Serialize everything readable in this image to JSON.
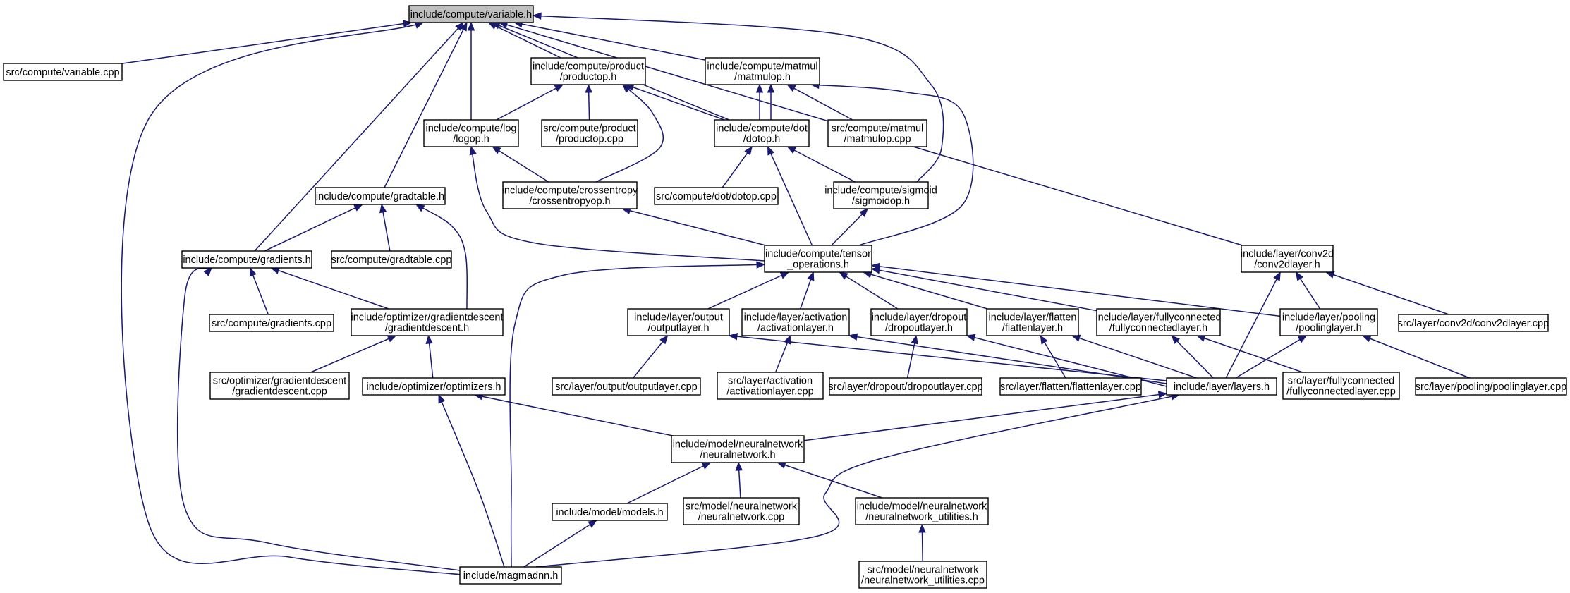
{
  "graph": {
    "nodes": [
      {
        "id": "variable_h",
        "lines": [
          "include/compute/variable.h"
        ],
        "root": true
      },
      {
        "id": "variable_cpp",
        "lines": [
          "src/compute/variable.cpp"
        ]
      },
      {
        "id": "productop_h",
        "lines": [
          "include/compute/product",
          "/productop.h"
        ]
      },
      {
        "id": "matmulop_h",
        "lines": [
          "include/compute/matmul",
          "/matmulop.h"
        ]
      },
      {
        "id": "logop_h",
        "lines": [
          "include/compute/log",
          "/logop.h"
        ]
      },
      {
        "id": "productop_cpp",
        "lines": [
          "src/compute/product",
          "/productop.cpp"
        ]
      },
      {
        "id": "dotop_h",
        "lines": [
          "include/compute/dot",
          "/dotop.h"
        ]
      },
      {
        "id": "matmulop_cpp",
        "lines": [
          "src/compute/matmul",
          "/matmulop.cpp"
        ]
      },
      {
        "id": "gradtable_h",
        "lines": [
          "include/compute/gradtable.h"
        ]
      },
      {
        "id": "crossentropyop_h",
        "lines": [
          "include/compute/crossentropy",
          "/crossentropyop.h"
        ]
      },
      {
        "id": "dotop_cpp",
        "lines": [
          "src/compute/dot/dotop.cpp"
        ]
      },
      {
        "id": "sigmoidop_h",
        "lines": [
          "include/compute/sigmoid",
          "/sigmoidop.h"
        ]
      },
      {
        "id": "gradients_h",
        "lines": [
          "include/compute/gradients.h"
        ]
      },
      {
        "id": "gradtable_cpp",
        "lines": [
          "src/compute/gradtable.cpp"
        ]
      },
      {
        "id": "tensor_operations_h",
        "lines": [
          "include/compute/tensor",
          "_operations.h"
        ]
      },
      {
        "id": "conv2dlayer_h",
        "lines": [
          "include/layer/conv2d",
          "/conv2dlayer.h"
        ]
      },
      {
        "id": "gradients_cpp",
        "lines": [
          "src/compute/gradients.cpp"
        ]
      },
      {
        "id": "gradientdescent_h",
        "lines": [
          "include/optimizer/gradientdescent",
          "/gradientdescent.h"
        ]
      },
      {
        "id": "outputlayer_h",
        "lines": [
          "include/layer/output",
          "/outputlayer.h"
        ]
      },
      {
        "id": "activationlayer_h",
        "lines": [
          "include/layer/activation",
          "/activationlayer.h"
        ]
      },
      {
        "id": "dropoutlayer_h",
        "lines": [
          "include/layer/dropout",
          "/dropoutlayer.h"
        ]
      },
      {
        "id": "flattenlayer_h",
        "lines": [
          "include/layer/flatten",
          "/flattenlayer.h"
        ]
      },
      {
        "id": "fullyconnectedlayer_h",
        "lines": [
          "include/layer/fullyconnected",
          "/fullyconnectedlayer.h"
        ]
      },
      {
        "id": "poolinglayer_h",
        "lines": [
          "include/layer/pooling",
          "/poolinglayer.h"
        ]
      },
      {
        "id": "conv2dlayer_cpp",
        "lines": [
          "src/layer/conv2d/conv2dlayer.cpp"
        ]
      },
      {
        "id": "gradientdescent_cpp",
        "lines": [
          "src/optimizer/gradientdescent",
          "/gradientdescent.cpp"
        ]
      },
      {
        "id": "optimizers_h",
        "lines": [
          "include/optimizer/optimizers.h"
        ]
      },
      {
        "id": "outputlayer_cpp",
        "lines": [
          "src/layer/output/outputlayer.cpp"
        ]
      },
      {
        "id": "activationlayer_cpp",
        "lines": [
          "src/layer/activation",
          "/activationlayer.cpp"
        ]
      },
      {
        "id": "dropoutlayer_cpp",
        "lines": [
          "src/layer/dropout/dropoutlayer.cpp"
        ]
      },
      {
        "id": "flattenlayer_cpp",
        "lines": [
          "src/layer/flatten/flattenlayer.cpp"
        ]
      },
      {
        "id": "layers_h",
        "lines": [
          "include/layer/layers.h"
        ]
      },
      {
        "id": "fullyconnectedlayer_cpp",
        "lines": [
          "src/layer/fullyconnected",
          "/fullyconnectedlayer.cpp"
        ]
      },
      {
        "id": "poolinglayer_cpp",
        "lines": [
          "src/layer/pooling/poolinglayer.cpp"
        ]
      },
      {
        "id": "neuralnetwork_h",
        "lines": [
          "include/model/neuralnetwork",
          "/neuralnetwork.h"
        ]
      },
      {
        "id": "models_h",
        "lines": [
          "include/model/models.h"
        ]
      },
      {
        "id": "neuralnetwork_cpp",
        "lines": [
          "src/model/neuralnetwork",
          "/neuralnetwork.cpp"
        ]
      },
      {
        "id": "neuralnetwork_utilities_h",
        "lines": [
          "include/model/neuralnetwork",
          "/neuralnetwork_utilities.h"
        ]
      },
      {
        "id": "magmadnn_h",
        "lines": [
          "include/magmadnn.h"
        ]
      },
      {
        "id": "neuralnetwork_utilities_cpp",
        "lines": [
          "src/model/neuralnetwork",
          "/neuralnetwork_utilities.cpp"
        ]
      }
    ],
    "edges": [
      [
        "variable_cpp",
        "variable_h"
      ],
      [
        "productop_h",
        "variable_h"
      ],
      [
        "matmulop_h",
        "variable_h"
      ],
      [
        "logop_h",
        "variable_h"
      ],
      [
        "gradtable_h",
        "variable_h"
      ],
      [
        "gradients_h",
        "variable_h"
      ],
      [
        "sigmoidop_h",
        "variable_h"
      ],
      [
        "conv2dlayer_h",
        "variable_h"
      ],
      [
        "magmadnn_h",
        "variable_h"
      ],
      [
        "dotop_h",
        "variable_h"
      ],
      [
        "logop_h",
        "productop_h"
      ],
      [
        "productop_cpp",
        "productop_h"
      ],
      [
        "dotop_h",
        "productop_h"
      ],
      [
        "crossentropyop_h",
        "productop_h"
      ],
      [
        "dotop_h",
        "matmulop_h"
      ],
      [
        "matmulop_cpp",
        "matmulop_h"
      ],
      [
        "tensor_operations_h",
        "matmulop_h"
      ],
      [
        "crossentropyop_h",
        "logop_h"
      ],
      [
        "tensor_operations_h",
        "logop_h"
      ],
      [
        "dotop_cpp",
        "dotop_h"
      ],
      [
        "sigmoidop_h",
        "dotop_h"
      ],
      [
        "tensor_operations_h",
        "dotop_h"
      ],
      [
        "tensor_operations_h",
        "crossentropyop_h"
      ],
      [
        "tensor_operations_h",
        "sigmoidop_h"
      ],
      [
        "gradients_h",
        "gradtable_h"
      ],
      [
        "gradtable_cpp",
        "gradtable_h"
      ],
      [
        "gradientdescent_h",
        "gradtable_h"
      ],
      [
        "gradients_cpp",
        "gradients_h"
      ],
      [
        "gradientdescent_h",
        "gradients_h"
      ],
      [
        "magmadnn_h",
        "gradients_h"
      ],
      [
        "outputlayer_h",
        "tensor_operations_h"
      ],
      [
        "activationlayer_h",
        "tensor_operations_h"
      ],
      [
        "dropoutlayer_h",
        "tensor_operations_h"
      ],
      [
        "flattenlayer_h",
        "tensor_operations_h"
      ],
      [
        "fullyconnectedlayer_h",
        "tensor_operations_h"
      ],
      [
        "poolinglayer_h",
        "tensor_operations_h"
      ],
      [
        "magmadnn_h",
        "tensor_operations_h"
      ],
      [
        "poolinglayer_h",
        "conv2dlayer_h"
      ],
      [
        "conv2dlayer_cpp",
        "conv2dlayer_h"
      ],
      [
        "layers_h",
        "conv2dlayer_h"
      ],
      [
        "gradientdescent_cpp",
        "gradientdescent_h"
      ],
      [
        "optimizers_h",
        "gradientdescent_h"
      ],
      [
        "outputlayer_cpp",
        "outputlayer_h"
      ],
      [
        "layers_h",
        "outputlayer_h"
      ],
      [
        "activationlayer_cpp",
        "activationlayer_h"
      ],
      [
        "layers_h",
        "activationlayer_h"
      ],
      [
        "dropoutlayer_cpp",
        "dropoutlayer_h"
      ],
      [
        "layers_h",
        "dropoutlayer_h"
      ],
      [
        "flattenlayer_cpp",
        "flattenlayer_h"
      ],
      [
        "layers_h",
        "flattenlayer_h"
      ],
      [
        "fullyconnectedlayer_cpp",
        "fullyconnectedlayer_h"
      ],
      [
        "layers_h",
        "fullyconnectedlayer_h"
      ],
      [
        "poolinglayer_cpp",
        "poolinglayer_h"
      ],
      [
        "layers_h",
        "poolinglayer_h"
      ],
      [
        "neuralnetwork_h",
        "optimizers_h"
      ],
      [
        "magmadnn_h",
        "optimizers_h"
      ],
      [
        "neuralnetwork_h",
        "layers_h"
      ],
      [
        "magmadnn_h",
        "layers_h"
      ],
      [
        "models_h",
        "neuralnetwork_h"
      ],
      [
        "neuralnetwork_cpp",
        "neuralnetwork_h"
      ],
      [
        "neuralnetwork_utilities_h",
        "neuralnetwork_h"
      ],
      [
        "magmadnn_h",
        "models_h"
      ],
      [
        "neuralnetwork_utilities_cpp",
        "neuralnetwork_utilities_h"
      ]
    ]
  },
  "colors": {
    "edge": "#191970",
    "root_fill": "#bfbfbf",
    "node_fill": "#ffffff",
    "node_border": "#000000"
  }
}
